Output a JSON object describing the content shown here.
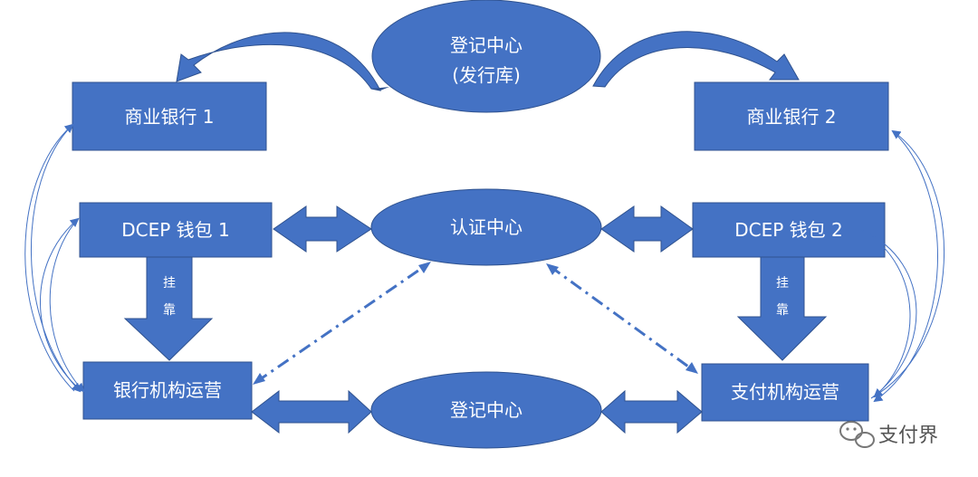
{
  "nodes": {
    "registry_top_line1": "登记中心",
    "registry_top_line2": "(发行库)",
    "bank1": "商业银行 1",
    "bank2": "商业银行 2",
    "wallet1": "DCEP 钱包 1",
    "wallet2": "DCEP 钱包 2",
    "auth_center": "认证中心",
    "bank_operator": "银行机构运营",
    "payment_operator": "支付机构运营",
    "registry_bottom": "登记中心"
  },
  "arrows": {
    "attach_left": [
      "挂",
      "靠"
    ],
    "attach_right": [
      "挂",
      "靠"
    ]
  },
  "watermark": {
    "text": "支付界",
    "icon": "wechat-icon"
  },
  "colors": {
    "fill": "#4472C4",
    "stroke": "#2F528F",
    "thin_arrow": "#4472C4"
  }
}
